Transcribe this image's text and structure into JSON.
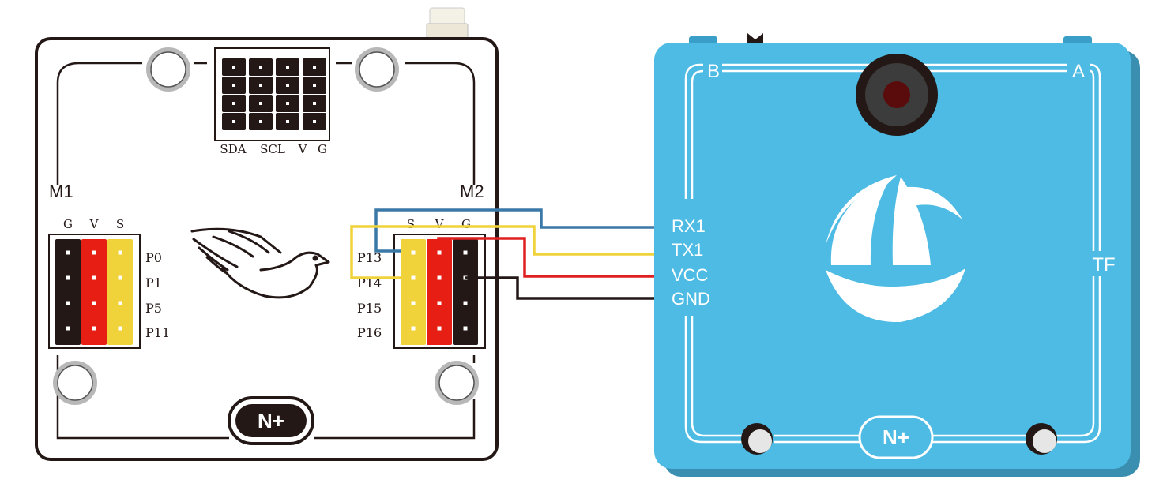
{
  "left_board": {
    "i2c_labels": [
      "SDA",
      "SCL",
      "V",
      "G"
    ],
    "m1": {
      "title": "M1",
      "col_labels": [
        "G",
        "V",
        "S"
      ],
      "pin_labels": [
        "P0",
        "P1",
        "P5",
        "P11"
      ]
    },
    "m2": {
      "title": "M2",
      "col_labels": [
        "S",
        "V",
        "G"
      ],
      "pin_labels": [
        "P13",
        "P14",
        "P15",
        "P16"
      ]
    },
    "logo_text": "N+"
  },
  "right_module": {
    "corner_b": "B",
    "corner_a": "A",
    "pins": [
      "RX1",
      "TX1",
      "VCC",
      "GND"
    ],
    "side_label": "TF",
    "logo_text": "N+"
  },
  "colors": {
    "module_blue": "#4dbbe3",
    "module_shadow": "#3a8fb0",
    "wire_blue": "#3a78a8",
    "wire_yellow": "#f0d23a",
    "wire_red": "#e02020",
    "wire_black": "#231816",
    "header_black": "#231816",
    "header_red": "#e61e14",
    "header_yellow": "#f0d23a"
  }
}
